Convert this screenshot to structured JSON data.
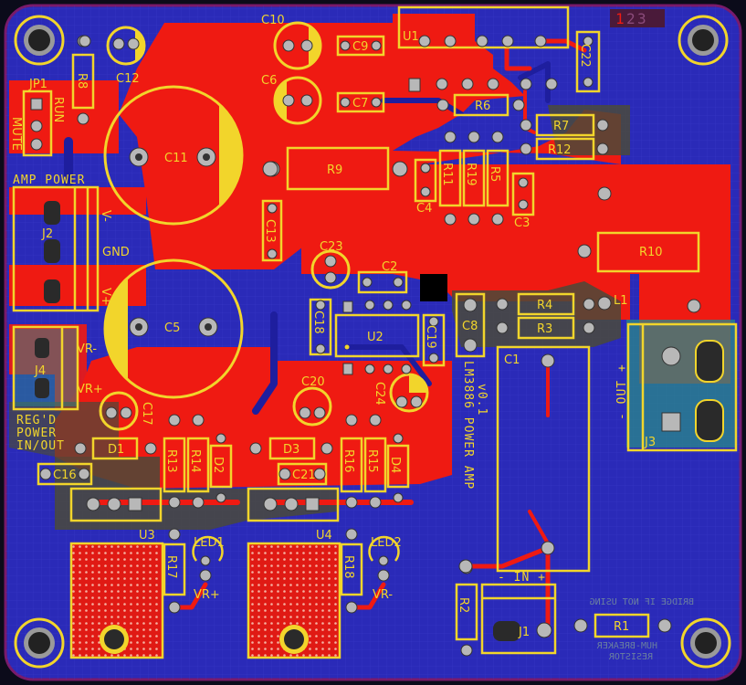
{
  "board": {
    "title": "LM3886 POWER AMP",
    "version": "v0.1",
    "layer_counter": [
      "1",
      "2",
      "3"
    ],
    "colors": {
      "substrate": "#2a2ab8",
      "top_copper": "#ef1a12",
      "silkscreen": "#f2d52b",
      "pad": "#b8b8b8",
      "board_edge": "#7a1a6a",
      "heatsink_pad": "#e01a14"
    }
  },
  "labels": {
    "amp_power": "AMP POWER",
    "v_minus": "V-",
    "gnd": "GND",
    "v_plus": "V+",
    "vr_minus": "VR-",
    "vr_plus": "VR+",
    "regd_power_1": "REG'D",
    "regd_power_2": "POWER",
    "regd_power_3": "IN/OUT",
    "run": "RUN",
    "mute": "MUTE",
    "out": "- OUT +",
    "in": "- IN +",
    "bridge_note": "BRIDGE IF NOT USING",
    "hum_breaker": "HUM-BREAKER",
    "resistor": "RESISTOR",
    "led1_label": "VR+",
    "led2_label": "VR-"
  },
  "components": {
    "C1": "C1",
    "C2": "C2",
    "C3": "C3",
    "C4": "C4",
    "C5": "C5",
    "C6": "C6",
    "C7": "C7",
    "C8": "C8",
    "C9": "C9",
    "C10": "C10",
    "C11": "C11",
    "C12": "C12",
    "C13": "C13",
    "C16": "C16",
    "C17": "C17",
    "C18": "C18",
    "C19": "C19",
    "C20": "C20",
    "C21": "C21",
    "C22": "C22",
    "C23": "C23",
    "C24": "C24",
    "R1": "R1",
    "R2": "R2",
    "R3": "R3",
    "R4": "R4",
    "R5": "R5",
    "R6": "R6",
    "R7": "R7",
    "R8": "R8",
    "R9": "R9",
    "R10": "R10",
    "R11": "R11",
    "R12": "R12",
    "R13": "R13",
    "R14": "R14",
    "R15": "R15",
    "R16": "R16",
    "R17": "R17",
    "R18": "R18",
    "R19": "R19",
    "D1": "D1",
    "D2": "D2",
    "D3": "D3",
    "D4": "D4",
    "U1": "U1",
    "U2": "U2",
    "U3": "U3",
    "U4": "U4",
    "J1": "J1",
    "J2": "J2",
    "J3": "J3",
    "J4": "J4",
    "JP1": "JP1",
    "L1": "L1",
    "LED1": "LED1",
    "LED2": "LED2"
  }
}
